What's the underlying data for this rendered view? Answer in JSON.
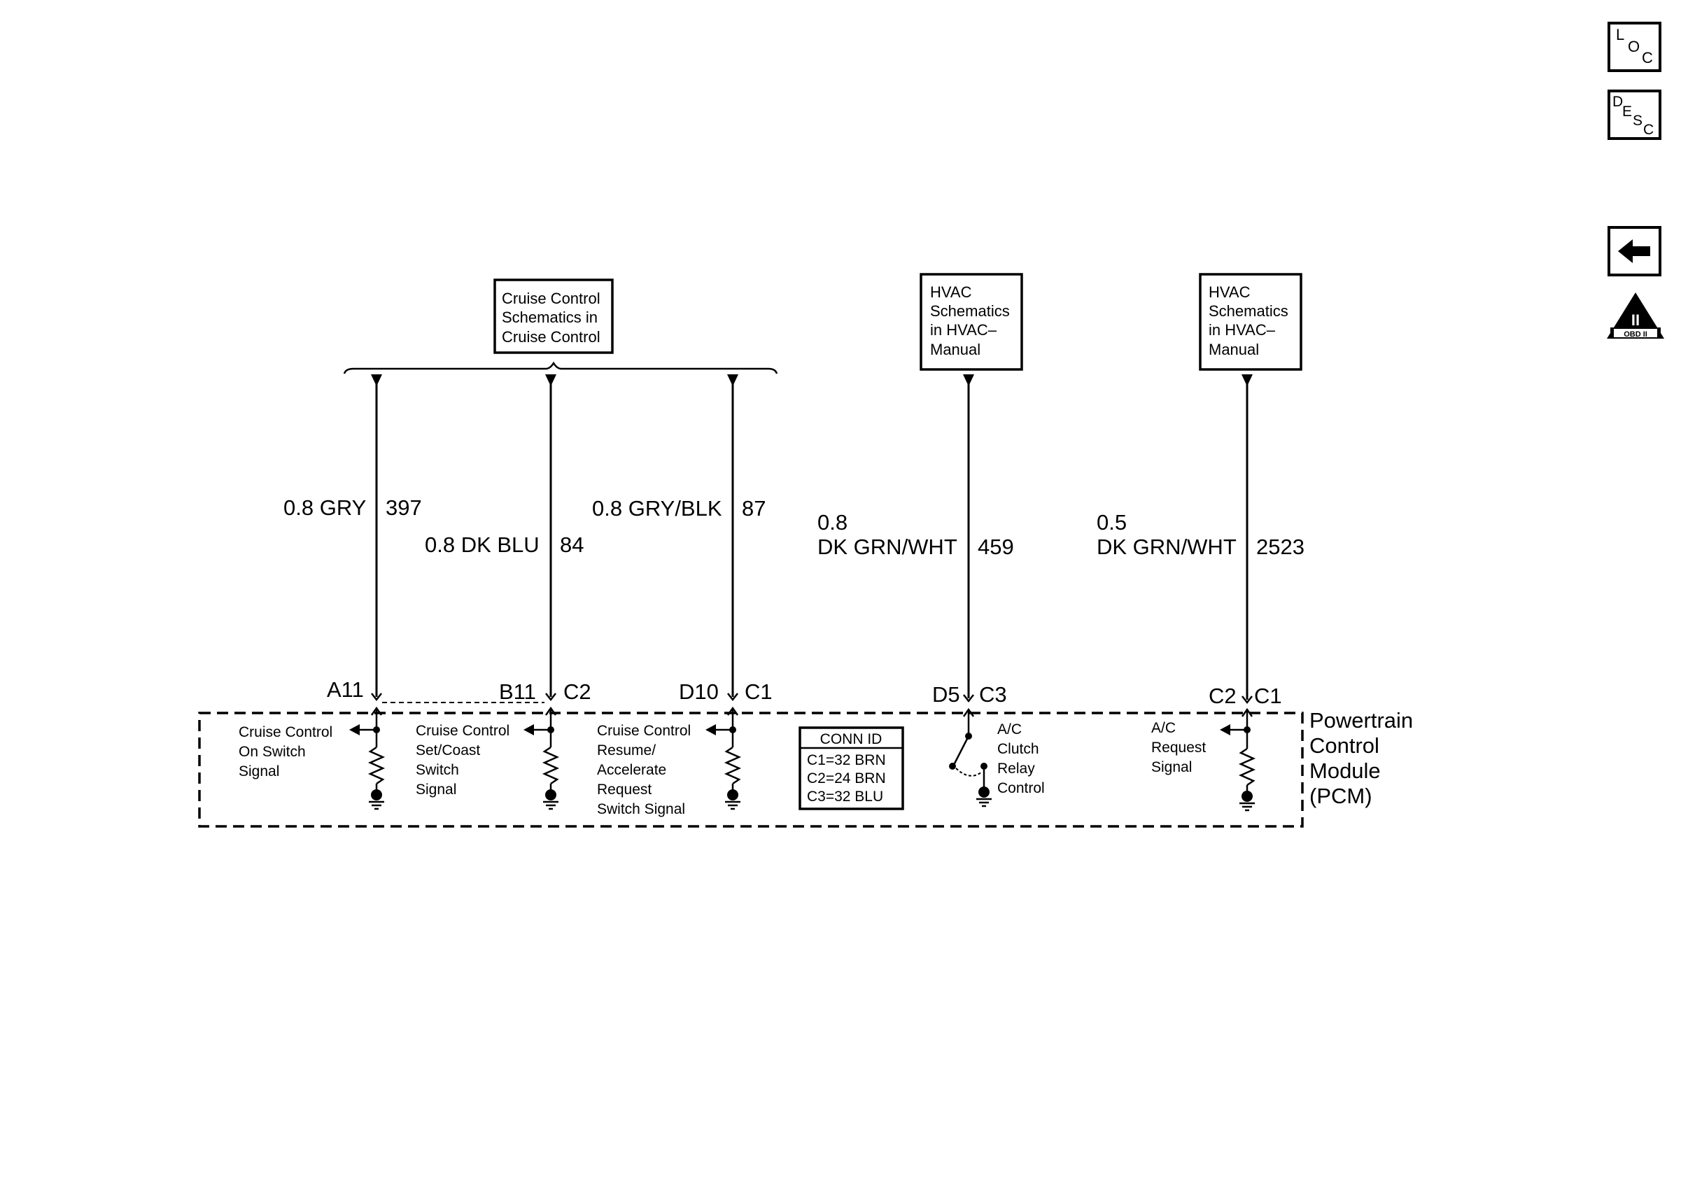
{
  "nav": {
    "loc": {
      "a": "L",
      "b": "O",
      "c": "C"
    },
    "desc": {
      "a": "D",
      "b": "E",
      "c": "S",
      "d": "C"
    },
    "obd_text": "OBD II",
    "obd_numeral": "II"
  },
  "ref_boxes": {
    "cruise": [
      "Cruise Control",
      "Schematics in",
      "Cruise Control"
    ],
    "hvac1": [
      "HVAC",
      "Schematics",
      "in HVAC–",
      "Manual"
    ],
    "hvac2": [
      "HVAC",
      "Schematics",
      "in HVAC–",
      "Manual"
    ]
  },
  "wires": {
    "w397": {
      "size_color": "0.8 GRY",
      "circuit": "397"
    },
    "w84": {
      "size_color": "0.8 DK BLU",
      "circuit": "84"
    },
    "w87": {
      "size_color": "0.8 GRY/BLK",
      "circuit": "87"
    },
    "w459": {
      "size": "0.8",
      "color": "DK GRN/WHT",
      "circuit": "459"
    },
    "w2523": {
      "size": "0.5",
      "color": "DK GRN/WHT",
      "circuit": "2523"
    }
  },
  "pins": {
    "a11": "A11",
    "b11": "B11",
    "c2a": "C2",
    "d10": "D10",
    "c1a": "C1",
    "d5": "D5",
    "c3": "C3",
    "c2b": "C2",
    "c1b": "C1"
  },
  "signals": {
    "cruise_on": [
      "Cruise Control",
      "On Switch",
      "Signal"
    ],
    "set_coast": [
      "Cruise Control",
      "Set/Coast",
      "Switch",
      "Signal"
    ],
    "resume": [
      "Cruise Control",
      "Resume/",
      "Accelerate",
      "Request",
      "Switch Signal"
    ],
    "ac_clutch": [
      "A/C",
      "Clutch",
      "Relay",
      "Control"
    ],
    "ac_request": [
      "A/C",
      "Request",
      "Signal"
    ]
  },
  "conn_id": {
    "title": "CONN ID",
    "rows": [
      "C1=32 BRN",
      "C2=24 BRN",
      "C3=32 BLU"
    ]
  },
  "module": [
    "Powertrain",
    "Control",
    "Module",
    "(PCM)"
  ]
}
